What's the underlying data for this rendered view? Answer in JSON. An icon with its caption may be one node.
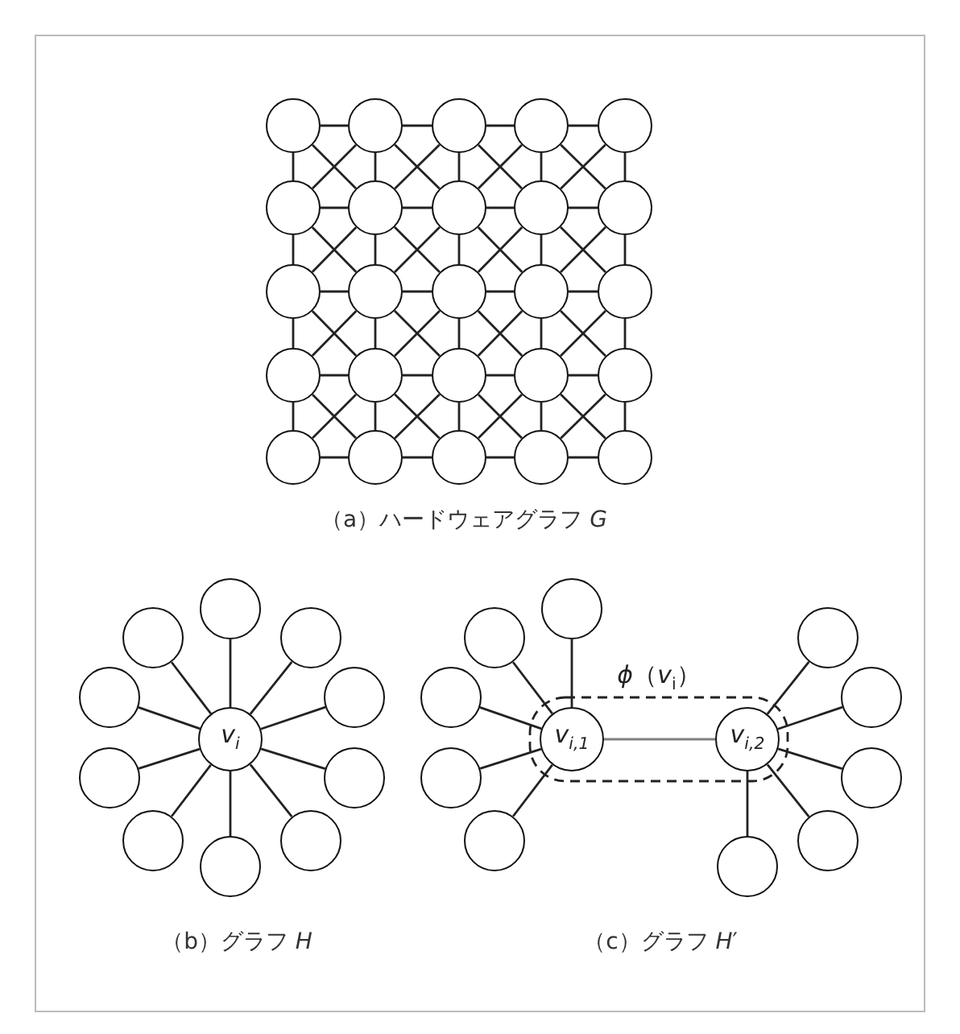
{
  "diagram": {
    "nodes": [
      {
        "text": [],
        "shape": "circle"
      },
      {
        "text": [],
        "shape": "circle"
      },
      {
        "text": [],
        "shape": "circle"
      },
      {
        "text": [],
        "shape": "circle"
      },
      {
        "text": [],
        "shape": "circle"
      },
      {
        "text": [],
        "shape": "circle"
      },
      {
        "text": [],
        "shape": "circle"
      },
      {
        "text": [],
        "shape": "circle"
      },
      {
        "text": [],
        "shape": "circle"
      },
      {
        "text": [],
        "shape": "circle"
      },
      {
        "text": [],
        "shape": "circle"
      },
      {
        "text": [],
        "shape": "circle"
      },
      {
        "text": [],
        "shape": "circle"
      },
      {
        "text": [],
        "shape": "circle"
      },
      {
        "text": [],
        "shape": "circle"
      },
      {
        "text": [],
        "shape": "circle"
      },
      {
        "text": [],
        "shape": "circle"
      },
      {
        "text": [],
        "shape": "circle"
      },
      {
        "text": [],
        "shape": "circle"
      },
      {
        "text": [],
        "shape": "circle"
      },
      {
        "text": [],
        "shape": "circle"
      },
      {
        "text": [],
        "shape": "circle"
      },
      {
        "text": [],
        "shape": "circle"
      },
      {
        "text": [],
        "shape": "circle"
      },
      {
        "text": [],
        "shape": "circle"
      },
      {
        "text": [],
        "shape": "circle"
      },
      {
        "text": [],
        "shape": "circle"
      },
      {
        "text": [],
        "shape": "circle"
      },
      {
        "text": [],
        "shape": "circle"
      },
      {
        "text": [
          "v$_{i}$"
        ]
      },
      {
        "text": [],
        "shape": "circle"
      },
      {
        "text": [],
        "shape": "circle"
      },
      {
        "text": [],
        "shape": "circle"
      },
      {
        "text": [],
        "shape": "circle"
      },
      {
        "text": [],
        "shape": "circle"
      },
      {
        "text": [],
        "shape": "circle"
      },
      {
        "text": [],
        "shape": "circle"
      },
      {
        "text": [],
        "shape": "circle"
      },
      {
        "text": [],
        "shape": "circle"
      },
      {
        "text": [],
        "shape": "circle"
      },
      {
        "text": [],
        "shape": "circle"
      },
      {
        "text": [
          "*ϕ*（*v*$_{i}$）"
        ]
      },
      {
        "text": [
          "v$_{i,1}$"
        ],
        "in": 41
      },
      {
        "text": [
          "v$_{i,2}$"
        ],
        "in": 41
      },
      {
        "text": [],
        "shape": "circle"
      },
      {
        "text": [],
        "shape": "circle"
      },
      {
        "text": [],
        "shape": "circle"
      },
      {
        "text": [],
        "shape": "circle"
      },
      {
        "text": [],
        "shape": "circle"
      }
    ],
    "edges": [
      {
        "from": 0,
        "to": 1,
        "arrow": "none"
      },
      {
        "from": 1,
        "to": 2,
        "arrow": "none"
      },
      {
        "from": 2,
        "to": 3,
        "arrow": "none"
      },
      {
        "from": 3,
        "to": 4,
        "arrow": "none"
      },
      {
        "from": 5,
        "to": 6,
        "arrow": "none"
      },
      {
        "from": 6,
        "to": 7,
        "arrow": "none"
      },
      {
        "from": 7,
        "to": 8,
        "arrow": "none"
      },
      {
        "from": 8,
        "to": 9,
        "arrow": "none"
      },
      {
        "from": 10,
        "to": 11,
        "arrow": "none"
      },
      {
        "from": 11,
        "to": 12,
        "arrow": "none"
      },
      {
        "from": 12,
        "to": 13,
        "arrow": "none"
      },
      {
        "from": 13,
        "to": 14,
        "arrow": "none"
      },
      {
        "from": 15,
        "to": 16,
        "arrow": "none"
      },
      {
        "from": 16,
        "to": 17,
        "arrow": "none"
      },
      {
        "from": 17,
        "to": 18,
        "arrow": "none"
      },
      {
        "from": 18,
        "to": 19,
        "arrow": "none"
      },
      {
        "from": 20,
        "to": 21,
        "arrow": "none"
      },
      {
        "from": 21,
        "to": 22,
        "arrow": "none"
      },
      {
        "from": 22,
        "to": 23,
        "arrow": "none"
      },
      {
        "from": 23,
        "to": 24,
        "arrow": "none"
      },
      {
        "from": 0,
        "to": 5,
        "arrow": "none"
      },
      {
        "from": 1,
        "to": 6,
        "arrow": "none"
      },
      {
        "from": 2,
        "to": 7,
        "arrow": "none"
      },
      {
        "from": 3,
        "to": 8,
        "arrow": "none"
      },
      {
        "from": 4,
        "to": 9,
        "arrow": "none"
      },
      {
        "from": 5,
        "to": 10,
        "arrow": "none"
      },
      {
        "from": 6,
        "to": 11,
        "arrow": "none"
      },
      {
        "from": 7,
        "to": 12,
        "arrow": "none"
      },
      {
        "from": 8,
        "to": 13,
        "arrow": "none"
      },
      {
        "from": 9,
        "to": 14,
        "arrow": "none"
      },
      {
        "from": 10,
        "to": 15,
        "arrow": "none"
      },
      {
        "from": 11,
        "to": 16,
        "arrow": "none"
      },
      {
        "from": 12,
        "to": 17,
        "arrow": "none"
      },
      {
        "from": 13,
        "to": 18,
        "arrow": "none"
      },
      {
        "from": 14,
        "to": 19,
        "arrow": "none"
      },
      {
        "from": 15,
        "to": 20,
        "arrow": "none"
      },
      {
        "from": 16,
        "to": 21,
        "arrow": "none"
      },
      {
        "from": 17,
        "to": 22,
        "arrow": "none"
      },
      {
        "from": 18,
        "to": 23,
        "arrow": "none"
      },
      {
        "from": 19,
        "to": 24,
        "arrow": "none"
      },
      {
        "from": 0,
        "to": 6,
        "arrow": "none"
      },
      {
        "from": 1,
        "to": 7,
        "arrow": "none"
      },
      {
        "from": 2,
        "to": 8,
        "arrow": "none"
      },
      {
        "from": 3,
        "to": 9,
        "arrow": "none"
      },
      {
        "from": 5,
        "to": 11,
        "arrow": "none"
      },
      {
        "from": 6,
        "to": 12,
        "arrow": "none"
      },
      {
        "from": 7,
        "to": 13,
        "arrow": "none"
      },
      {
        "from": 8,
        "to": 14,
        "arrow": "none"
      },
      {
        "from": 10,
        "to": 16,
        "arrow": "none"
      },
      {
        "from": 11,
        "to": 17,
        "arrow": "none"
      },
      {
        "from": 12,
        "to": 18,
        "arrow": "none"
      },
      {
        "from": 13,
        "to": 19,
        "arrow": "none"
      },
      {
        "from": 15,
        "to": 21,
        "arrow": "none"
      },
      {
        "from": 16,
        "to": 22,
        "arrow": "none"
      },
      {
        "from": 17,
        "to": 23,
        "arrow": "none"
      },
      {
        "from": 18,
        "to": 24,
        "arrow": "none"
      },
      {
        "from": 1,
        "to": 5,
        "arrow": "none"
      },
      {
        "from": 2,
        "to": 6,
        "arrow": "none"
      },
      {
        "from": 3,
        "to": 7,
        "arrow": "none"
      },
      {
        "from": 4,
        "to": 8,
        "arrow": "none"
      },
      {
        "from": 6,
        "to": 10,
        "arrow": "none"
      },
      {
        "from": 7,
        "to": 11,
        "arrow": "none"
      },
      {
        "from": 8,
        "to": 12,
        "arrow": "none"
      },
      {
        "from": 9,
        "to": 13,
        "arrow": "none"
      },
      {
        "from": 11,
        "to": 15,
        "arrow": "none"
      },
      {
        "from": 12,
        "to": 16,
        "arrow": "none"
      },
      {
        "from": 13,
        "to": 17,
        "arrow": "none"
      },
      {
        "from": 14,
        "to": 18,
        "arrow": "none"
      },
      {
        "from": 16,
        "to": 20,
        "arrow": "none"
      },
      {
        "from": 17,
        "to": 21,
        "arrow": "none"
      },
      {
        "from": 18,
        "to": 22,
        "arrow": "none"
      },
      {
        "from": 19,
        "to": 23,
        "arrow": "none"
      },
      {
        "from": 29,
        "to": 25,
        "arrow": "none"
      },
      {
        "from": 29,
        "to": 26,
        "arrow": "none"
      },
      {
        "from": 29,
        "to": 27,
        "arrow": "none"
      },
      {
        "from": 29,
        "to": 28,
        "arrow": "none"
      },
      {
        "from": 29,
        "to": 30,
        "arrow": "none"
      },
      {
        "from": 29,
        "to": 31,
        "arrow": "none"
      },
      {
        "from": 29,
        "to": 32,
        "arrow": "none"
      },
      {
        "from": 29,
        "to": 33,
        "arrow": "none"
      },
      {
        "from": 29,
        "to": 34,
        "arrow": "none"
      },
      {
        "from": 29,
        "to": 35,
        "arrow": "none"
      },
      {
        "from": 42,
        "to": 36,
        "arrow": "none"
      },
      {
        "from": 42,
        "to": 37,
        "arrow": "none"
      },
      {
        "from": 42,
        "to": 39,
        "arrow": "none"
      },
      {
        "from": 42,
        "to": 44,
        "arrow": "none"
      },
      {
        "from": 42,
        "to": 46,
        "arrow": "none"
      },
      {
        "from": 42,
        "to": 43,
        "arrow": "none",
        "color": "#808080"
      },
      {
        "from": 43,
        "to": 38,
        "arrow": "none"
      },
      {
        "from": 43,
        "to": 40,
        "arrow": "none"
      },
      {
        "from": 43,
        "to": 45,
        "arrow": "none"
      },
      {
        "from": 43,
        "to": 47,
        "arrow": "none"
      },
      {
        "from": 43,
        "to": 48,
        "arrow": "none"
      }
    ],
    "labels": [
      "（a）ハードウェアグラフ *G*",
      "（b）グラフ *H*",
      "（c）グラフ *H*′"
    ]
  }
}
